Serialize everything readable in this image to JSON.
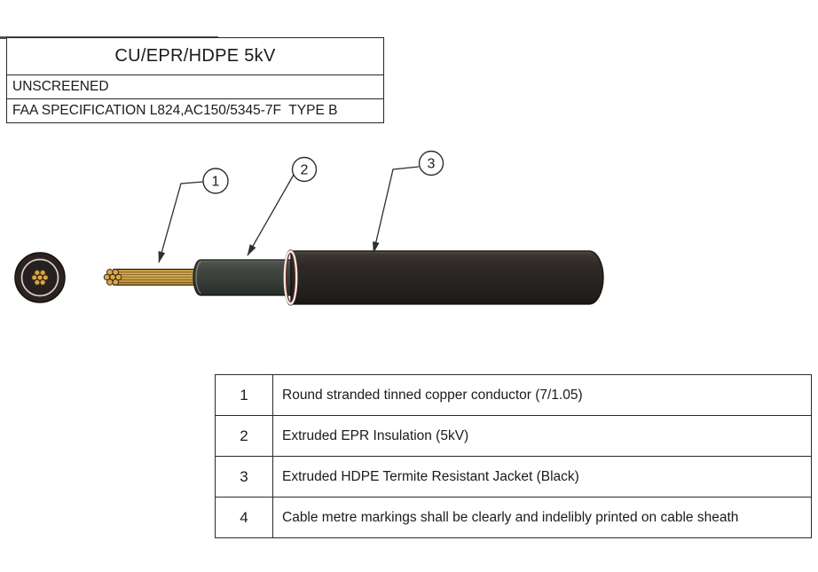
{
  "title_block": {
    "title": "CU/EPR/HDPE 5kV",
    "unscreened": "UNSCREENED",
    "spec": "FAA SPECIFICATION L824,AC150/5345-7F  TYPE B"
  },
  "callouts": [
    {
      "number": "1"
    },
    {
      "number": "2"
    },
    {
      "number": "3"
    }
  ],
  "parts_table": {
    "rows": [
      {
        "number": "1",
        "description": "Round stranded tinned copper conductor (7/1.05)"
      },
      {
        "number": "2",
        "description": "Extruded EPR Insulation (5kV)"
      },
      {
        "number": "3",
        "description": "Extruded HDPE Termite Resistant Jacket (Black)"
      },
      {
        "number": "4",
        "description": "Cable metre markings shall be clearly and indelibly printed on cable sheath"
      }
    ]
  },
  "colors": {
    "conductor_gold": "#e7bb5e",
    "conductor_shadow": "#7e5a1c",
    "insulation_gray": "#3d423e",
    "jacket_black": "#2a2624",
    "cut_ring_white": "#efe9e0",
    "cut_ring_maroon": "#5a241c",
    "line": "#2e2e2e"
  }
}
